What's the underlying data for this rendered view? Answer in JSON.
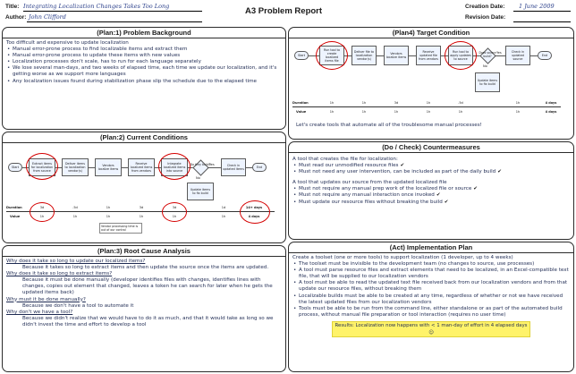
{
  "header": {
    "title_label": "Title:",
    "title_value": "Integrating Localization Changes Takes Too Long",
    "author_label": "Author:",
    "author_value": "John Clifford",
    "report_title": "A3 Problem Report",
    "creation_label": "Creation Date:",
    "creation_value": "1 June 2009",
    "revision_label": "Revision Date:",
    "revision_value": ""
  },
  "plan1": {
    "heading": "(Plan:1) Problem Background",
    "intro": "Too difficult and expensive to update localization",
    "bullets": [
      "Manual error-prone process to find localizable items and extract them",
      "Manual error-prone process to update these items with new values",
      "Localization processes don't scale, has to run for each language separately",
      "We lose several man-days, and two weeks of elapsed time, each time we update our localization, and it's getting worse as we support more languages",
      "Any localization issues found during stabilization phase slip the schedule due to the elapsed time"
    ]
  },
  "plan2": {
    "heading": "(Plan:2) Current Conditions",
    "flow": {
      "start": "Start",
      "step1": "Extract items for localization from source",
      "step2": "Deliver items to localization vendor(s)",
      "step3": "Vendors localize items",
      "step4": "Receive localized items from vendors",
      "step5": "Integrate localized items into source",
      "decision": "Do they build?",
      "yes": "Yes",
      "no": "No",
      "fix": "Update items to fix build",
      "step6": "Check in updated items",
      "end": "End"
    },
    "duration_label": "Duration",
    "value_label": "Value",
    "durations": [
      "3d",
      ".5d",
      "1h",
      "3d",
      "3d",
      "1d",
      "14+ days"
    ],
    "values": [
      "1h",
      "1h",
      "1h",
      "1h",
      "1h",
      "1h",
      "4 days"
    ],
    "note": "Vendor processing time is out of our control"
  },
  "plan3": {
    "heading": "(Plan:3) Root Cause Analysis",
    "items": [
      {
        "q": "Why does it take so long to update our localized items?",
        "a": "Because it takes so long to extract items and then update the source once the items are updated."
      },
      {
        "q": "Why does it take so long to extract items?",
        "a": "Because it must be done manually (developer identifies files with changes, identifies lines with changes, copies out element that changed, leaves a token he can search for later when he gets the updated items back)"
      },
      {
        "q": "Why must it be done manually?",
        "a": "Because we don't have a tool to automate it"
      },
      {
        "q": "Why don't we have a tool?",
        "a": "Because we didn't realize that we would have to do it as much, and that it would take as long so we didn't invest the time and effort to develop a tool"
      }
    ]
  },
  "plan4": {
    "heading": "(Plan4) Target Condition",
    "flow": {
      "start": "Start",
      "tool1": "Run tool to create localized items file",
      "step2": "Deliver file to localization vendor(s)",
      "step3": "Vendors localize items",
      "step4": "Receive updated file from vendors",
      "tool2": "Run tool to apply updates to source",
      "decision": "Does source build?",
      "yes": "Yes",
      "no": "No",
      "fix": "Update items to fix build",
      "step6": "Check in updated source",
      "end": "End"
    },
    "duration_label": "Duration",
    "value_label": "Value",
    "durations": [
      "1h",
      "1h",
      "3d",
      "1h",
      ".5d",
      "1h",
      "4 days"
    ],
    "values": [
      "1h",
      "1h",
      "1h",
      "1h",
      "1h",
      "1h",
      "4 days"
    ],
    "caption": "Let's create tools that automate all of the troublesome manual processes!"
  },
  "do_check": {
    "heading": "(Do / Check) Countermeasures",
    "tool1_title": "A tool that creates the file for localization:",
    "tool1_items": [
      "Must read our unmodified resource files",
      "Must not need any user intervention, can be included as part of the daily build"
    ],
    "tool2_title": "A tool that updates our source from the updated localized file",
    "tool2_items": [
      "Must not require any manual prep work of the localized file or source",
      "Must not require any manual interaction once invoked",
      "Must update our resource files without breaking the build"
    ],
    "check": "✔"
  },
  "act": {
    "heading": "(Act) Implementation Plan",
    "intro": "Create a toolset (one or more tools) to support localization (1 developer, up to 4 weeks)",
    "bullets": [
      "The toolset must be invisible to the development team (no changes to source, use processes)",
      "A tool must parse resource files and extract elements that need to be localized, in an Excel-compatible text file, that will be supplied to our localization vendors",
      "A tool must be able to read the updated text file received back from our localization vendors and from that update our resource files, without breaking them",
      "Localizable builds must be able to be created at any time, regardless of whether or not we have received the latest updated files from our localization vendors",
      "Tools must be able to be run from the command line, either standalone or as part of the automated build process, without manual file preparation or tool interaction (requires no user time)"
    ],
    "result": "Results: Localization now happens with < 1 man-day of effort in 4 elapsed days ☺"
  }
}
